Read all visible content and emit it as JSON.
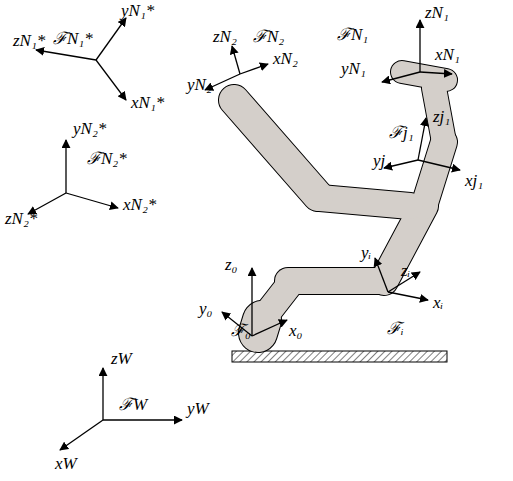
{
  "diagram": {
    "labels": [
      "yN₁*",
      "zN₁*",
      "ℱN₁*",
      "xN₁*",
      "zN₁",
      "ℱN₁",
      "xN₁",
      "yN₁",
      "ℱj₁",
      "zj₁",
      "yj₁",
      "xj₁",
      "zN₂",
      "ℱN₂",
      "xN₂",
      "yN₂",
      "yN₂*",
      "ℱN₂*",
      "xN₂*",
      "zN₂*",
      "z₀",
      "yᵢ",
      "zᵢ",
      "xᵢ",
      "y₀",
      "ℱ₀",
      "x₀",
      "ℱᵢ",
      "zW",
      "ℱW",
      "yW",
      "xW"
    ]
  }
}
